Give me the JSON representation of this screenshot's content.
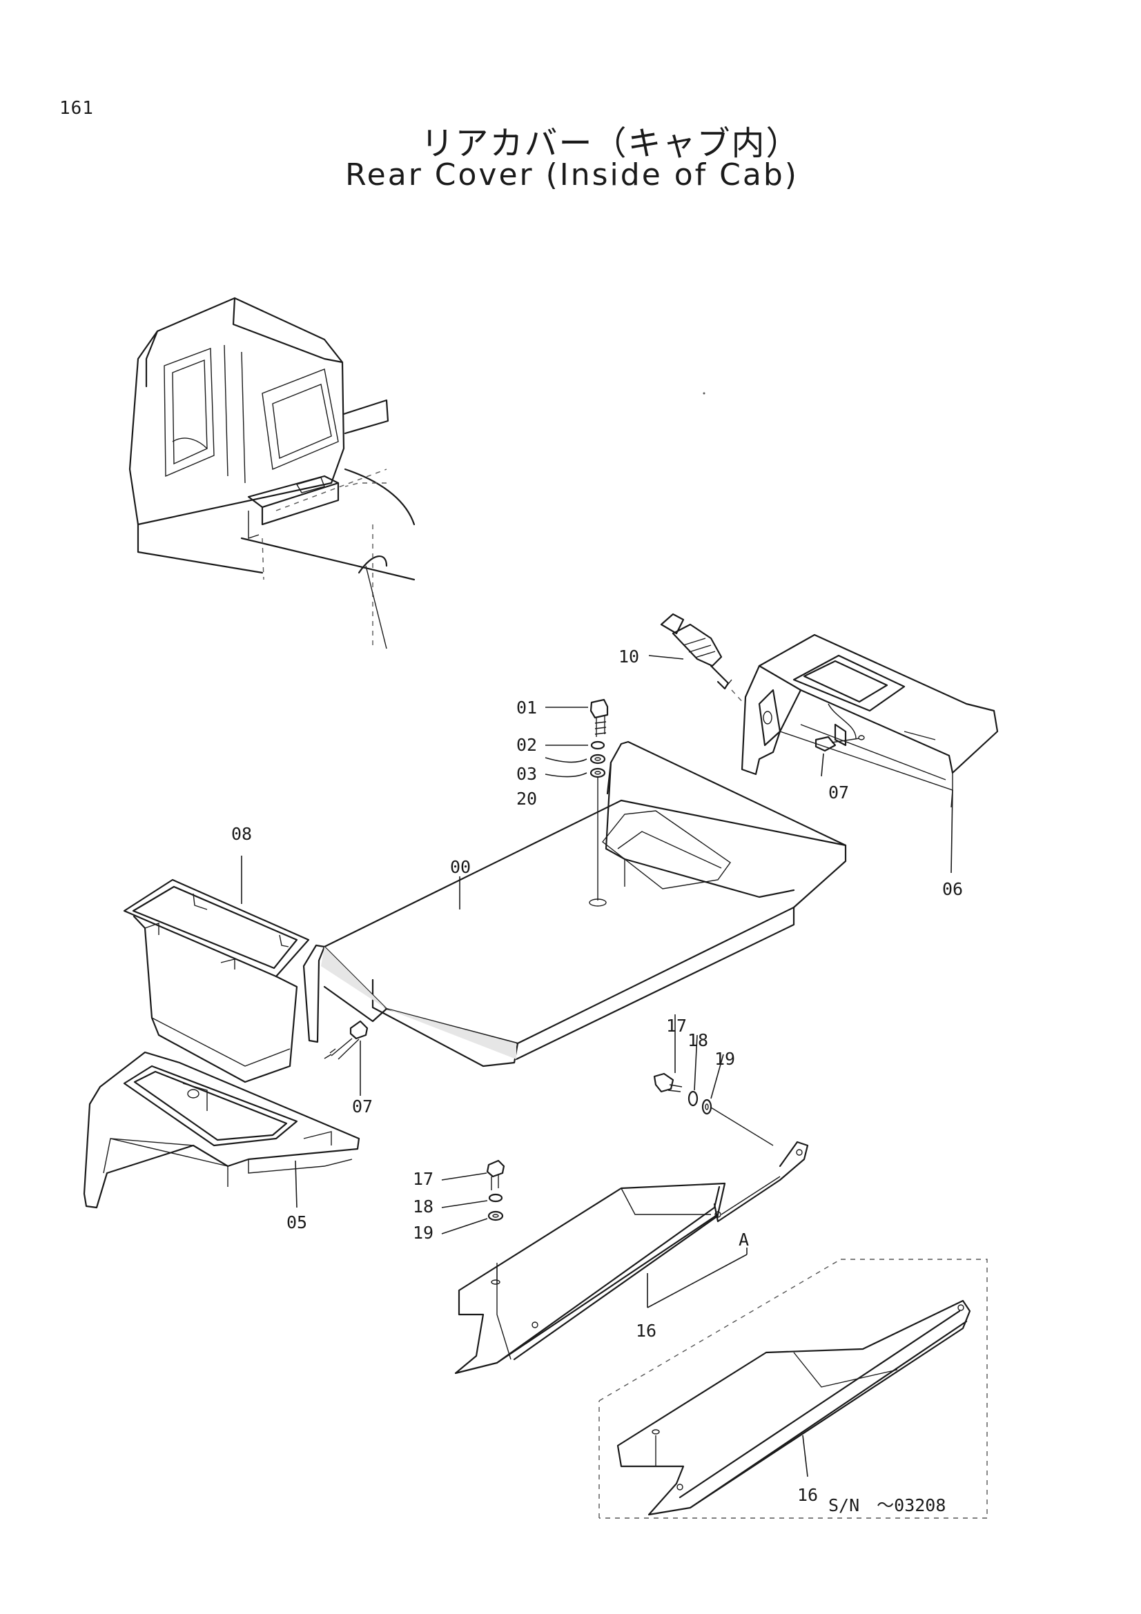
{
  "page_number": "161",
  "title_jp": "リアカバー（キャブ内）",
  "title_en": "Rear Cover (Inside of Cab)",
  "detail_label": "A",
  "serial_note": "S/N　～03208",
  "callouts": {
    "c00": "00",
    "c01": "01",
    "c02": "02",
    "c03": "03",
    "c20": "20",
    "c10": "10",
    "c07a": "07",
    "c06": "06",
    "c08": "08",
    "c07b": "07",
    "c05": "05",
    "c17a": "17",
    "c18a": "18",
    "c19a": "19",
    "c17b": "17",
    "c18b": "18",
    "c19b": "19",
    "c16a": "16",
    "c16b": "16"
  }
}
